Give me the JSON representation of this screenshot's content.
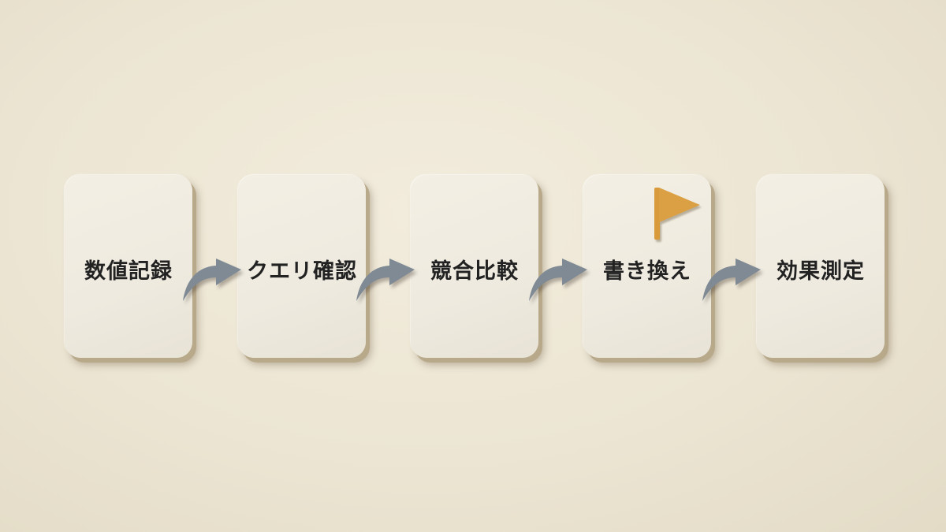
{
  "steps": [
    {
      "label": "数値記録"
    },
    {
      "label": "クエリ確認"
    },
    {
      "label": "競合比較"
    },
    {
      "label": "書き換え",
      "marker": "flag-icon"
    },
    {
      "label": "効果測定"
    }
  ],
  "colors": {
    "background": "#ede6d4",
    "card": "#f1ede2",
    "arrow": "#7f8a94",
    "flag": "#d99a3b",
    "text": "#222222"
  }
}
